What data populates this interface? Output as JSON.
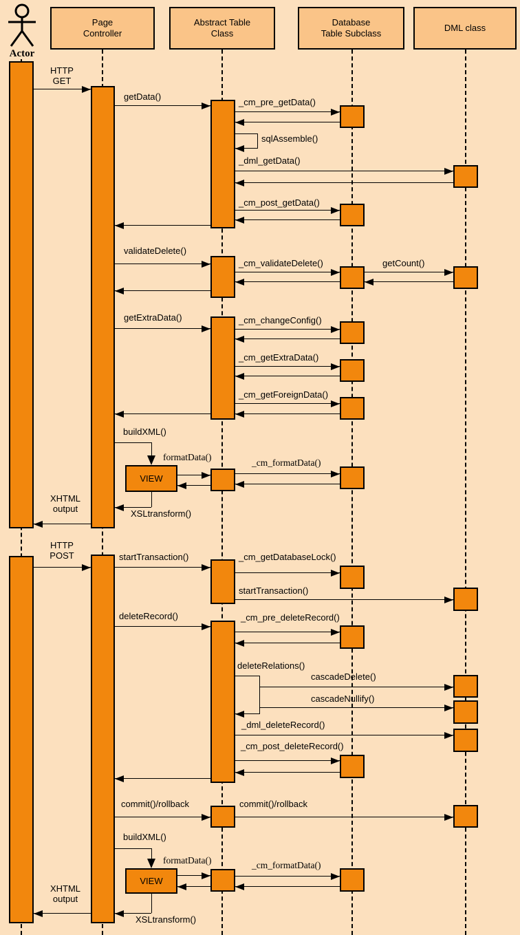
{
  "colors": {
    "background": "#FCE0BE",
    "participant_fill": "#FAC488",
    "activation_fill": "#F2870D",
    "line": "#000000"
  },
  "participants": {
    "actor": "Actor",
    "page_controller": "Page\nController",
    "abstract_table": "Abstract Table\nClass",
    "database_subclass": "Database\nTable Subclass",
    "dml": "DML class"
  },
  "messages": {
    "http_get": "HTTP\nGET",
    "get_data": "getData()",
    "cm_pre_get_data": "_cm_pre_getData()",
    "sql_assemble": "sqlAssemble()",
    "dml_get_data": "_dml_getData()",
    "cm_post_get_data": "_cm_post_getData()",
    "validate_delete": "validateDelete()",
    "cm_validate_delete": "_cm_validateDelete()",
    "get_count": "getCount()",
    "get_extra_data": "getExtraData()",
    "cm_change_config": "_cm_changeConfig()",
    "cm_get_extra_data": "_cm_getExtraData()",
    "cm_get_foreign_data": "_cm_getForeignData()",
    "build_xml": "buildXML()",
    "format_data": "formatData()",
    "view": "VIEW",
    "cm_format_data": "_cm_formatData()",
    "xsl_transform": "XSLtransform()",
    "xhtml_output": "XHTML\noutput",
    "http_post": "HTTP\nPOST",
    "start_transaction": "startTransaction()",
    "cm_get_database_lock": "_cm_getDatabaseLock()",
    "delete_record": "deleteRecord()",
    "cm_pre_delete_record": "_cm_pre_deleteRecord()",
    "delete_relations": "deleteRelations()",
    "cascade_delete": "cascadeDelete()",
    "cascade_nullify": "cascadeNullify()",
    "dml_delete_record": "_dml_deleteRecord()",
    "cm_post_delete_record": "_cm_post_deleteRecord()",
    "commit_rollback": "commit()/rollback"
  }
}
